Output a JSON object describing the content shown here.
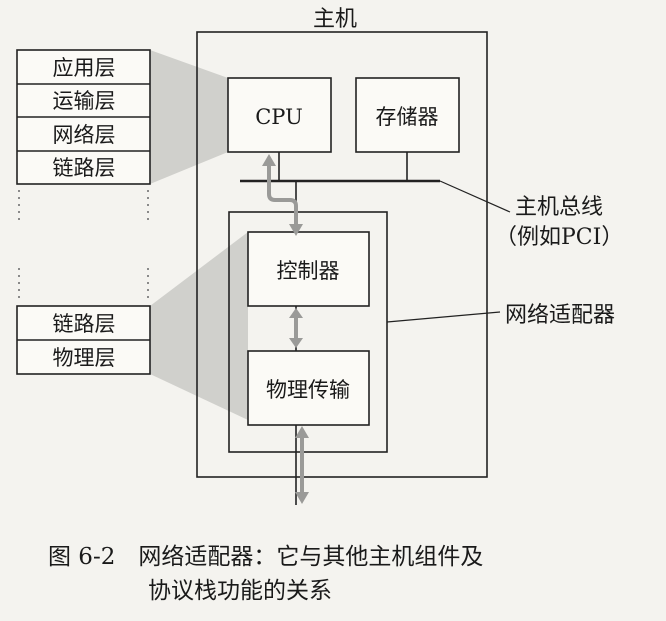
{
  "stack_upper": [
    "应用层",
    "运输层",
    "网络层",
    "链路层"
  ],
  "stack_lower": [
    "链路层",
    "物理层"
  ],
  "host_label": "主机",
  "cpu_label": "CPU",
  "memory_label": "存储器",
  "controller_label": "控制器",
  "phys_label": "物理传输",
  "bus_label_line1": "主机总线",
  "bus_label_line2": "（例如PCI）",
  "adapter_label": "网络适配器",
  "caption_line1": "图 6-2　网络适配器：它与其他主机组件及",
  "caption_line2": "协议栈功能的关系"
}
